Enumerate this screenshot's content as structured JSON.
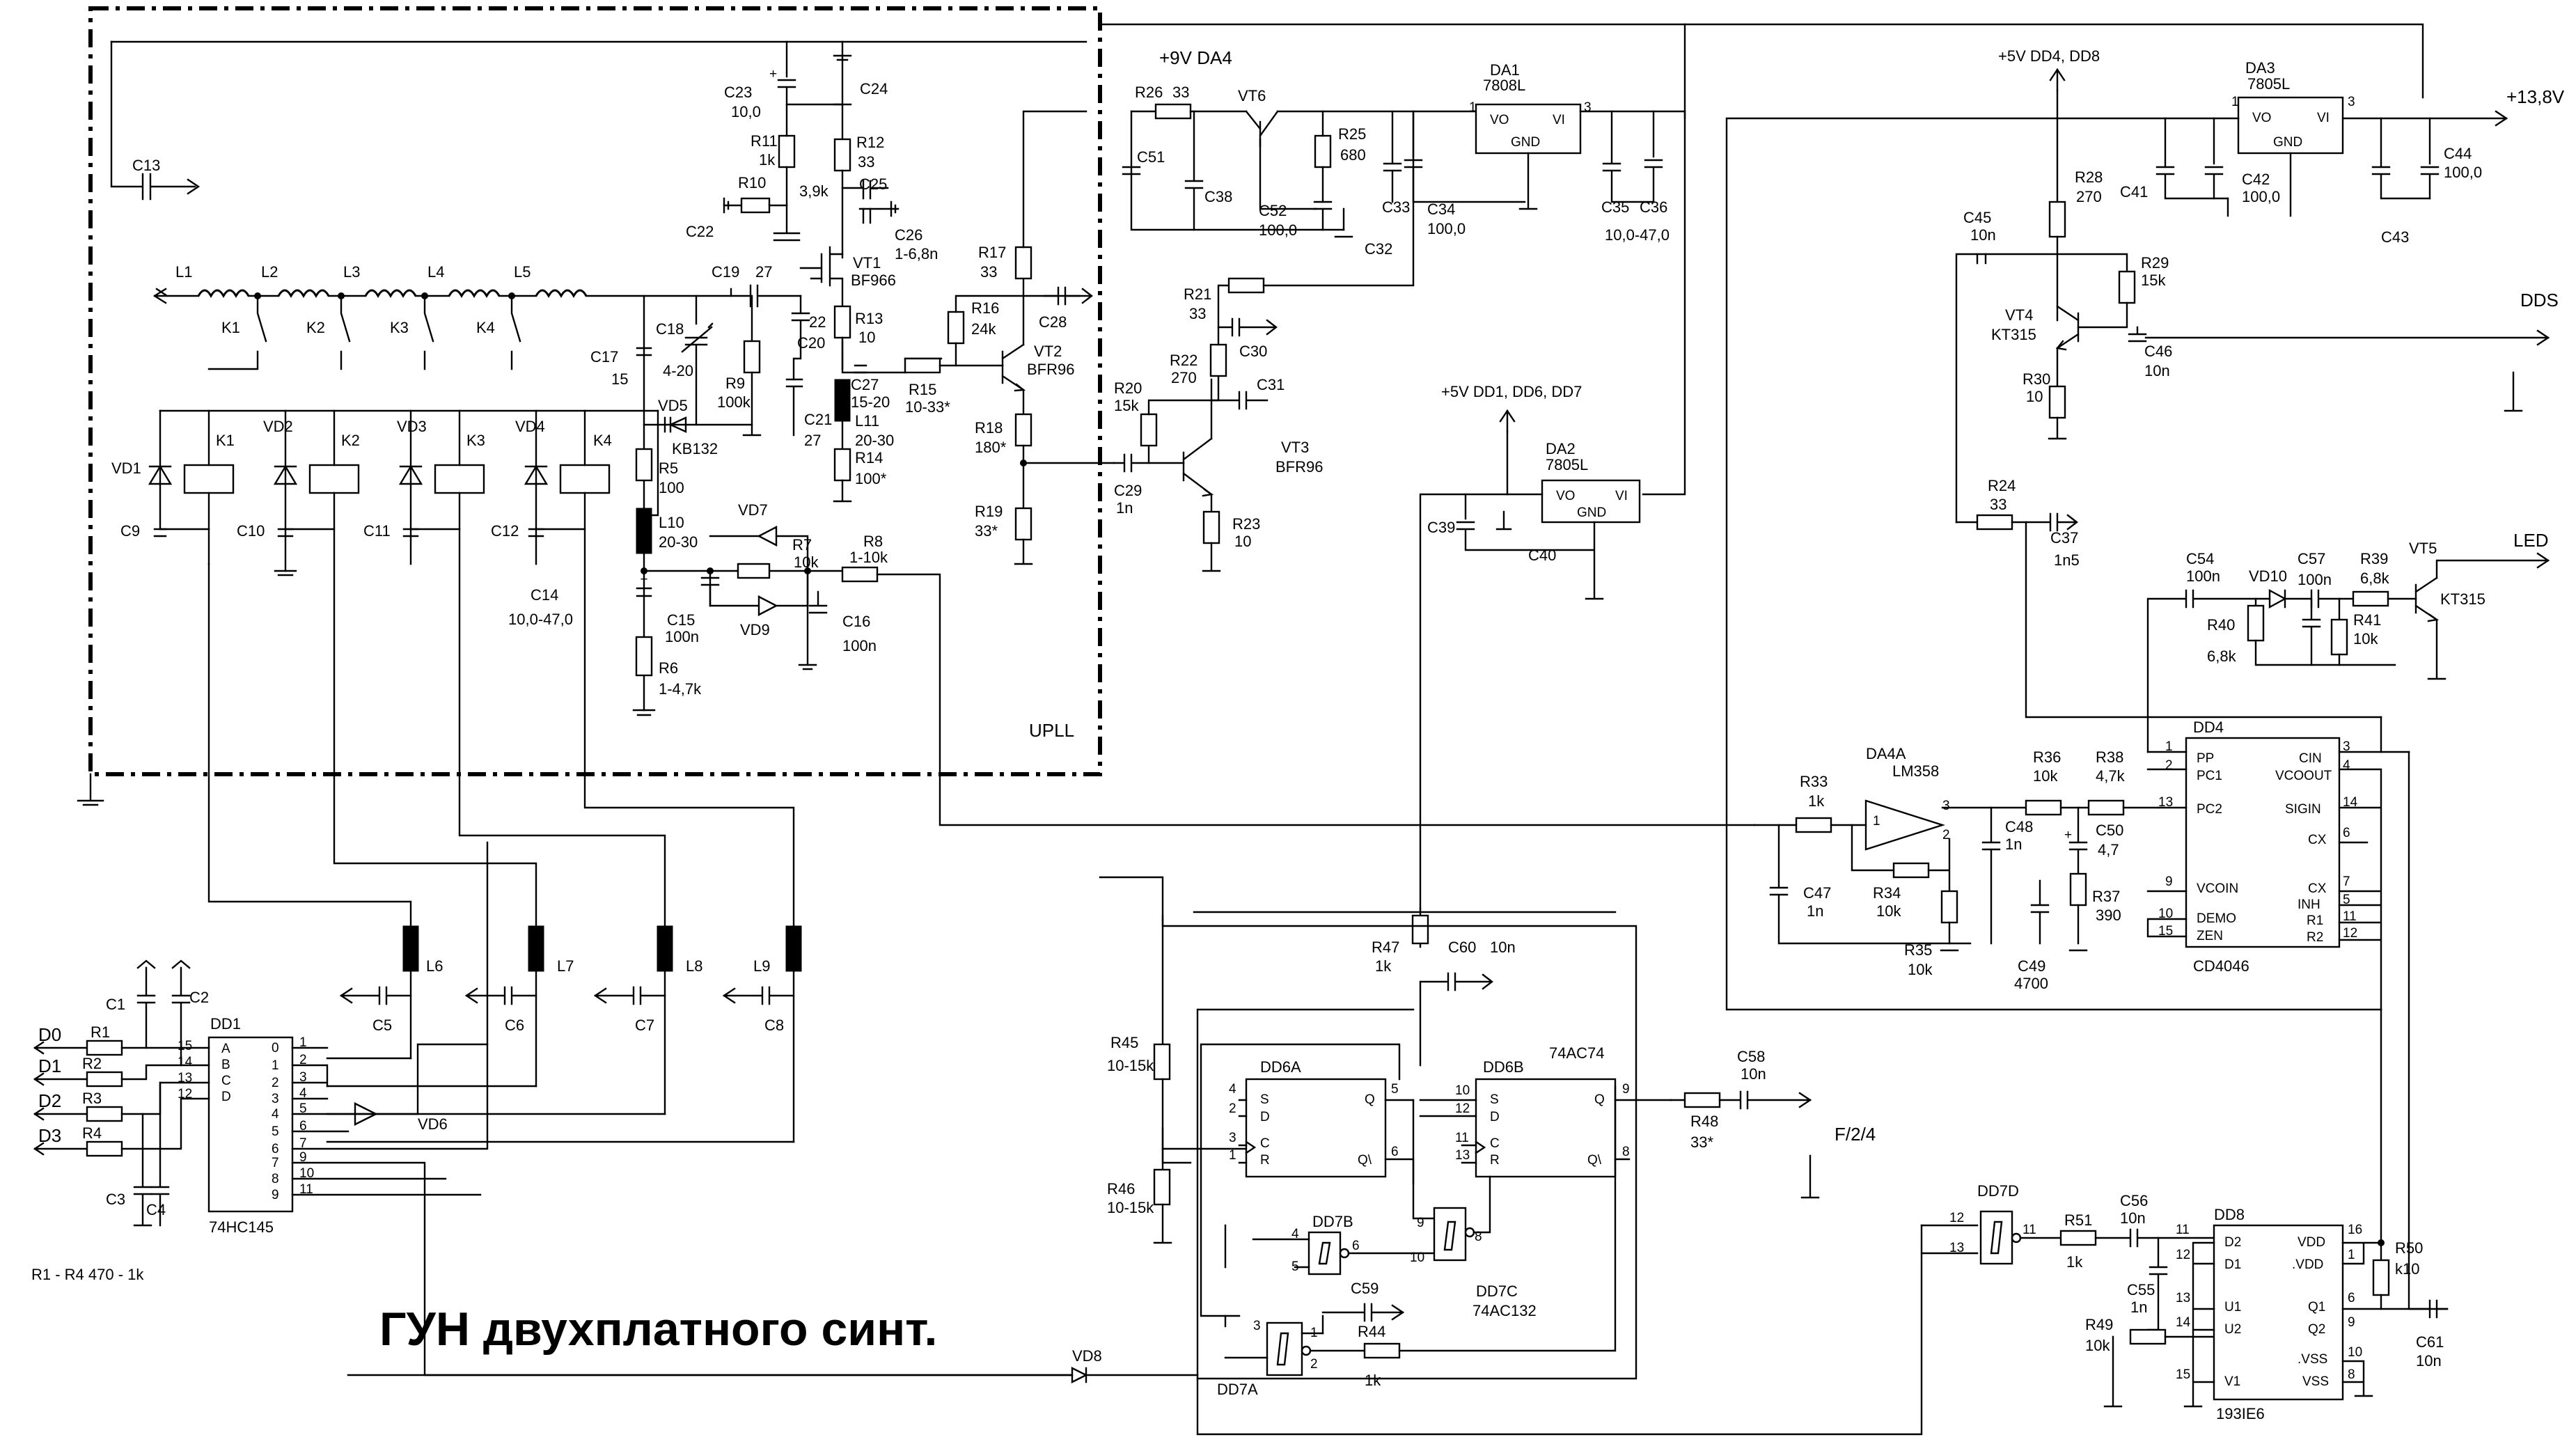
{
  "title": "ГУН двухплатного синт.",
  "block_label": "UPLL",
  "note_r1_r4": "R1 - R4   470 - 1k",
  "rails": {
    "plus9": "+9V  DA4",
    "plus13": "+13,8V",
    "plus5_dd4": "+5V DD4, DD8",
    "plus5_dd1": "+5V DD1, DD6, DD7"
  },
  "outputs": {
    "dds": "DDS",
    "led": "LED",
    "f24": "F/2/4"
  },
  "inputs": [
    "D0",
    "D1",
    "D2",
    "D3"
  ],
  "components": {
    "L1": "L1",
    "L2": "L2",
    "L3": "L3",
    "L4": "L4",
    "L5": "L5",
    "K1": "K1",
    "K2": "K2",
    "K3": "K3",
    "K4": "K4",
    "VD1": "VD1",
    "VD2": "VD2",
    "VD3": "VD3",
    "VD4": "VD4",
    "C9": "C9",
    "C10": "C10",
    "C11": "C11",
    "C12": "C12",
    "C13": "C13",
    "C14": "C14",
    "C14v": "10,0-47,0",
    "C17": "C17",
    "C17v": "15",
    "C18": "C18",
    "C18v": "4-20",
    "C19": "C19",
    "C19v": "27",
    "C20": "C20",
    "C20v": "22",
    "C21": "C21",
    "C21v": "27",
    "C22": "C22",
    "C23": "C23",
    "C23v": "10,0",
    "C24": "C24",
    "C25": "C25",
    "C26": "C26",
    "C26v": "1-6,8n",
    "C27": "C27",
    "C27v": "15-20",
    "C28": "C28",
    "R10": "R10",
    "R11": "R11",
    "R11v": "1k",
    "R12": "R12",
    "R12v": "33",
    "R12b": "3,9k",
    "R13": "R13",
    "R13v": "10",
    "R14": "R14",
    "R14v": "100*",
    "R15": "R15",
    "R15v": "10-33*",
    "R16": "R16",
    "R16v": "24k",
    "R17": "R17",
    "R17v": "33",
    "R18": "R18",
    "R18v": "180*",
    "R19": "R19",
    "R19v": "33*",
    "R9": "R9",
    "R9v": "100k",
    "VD5": "VD5",
    "VD5t": "KB132",
    "L10": "L10",
    "L10v": "20-30",
    "L11": "L11",
    "L11v": "20-30",
    "R5": "R5",
    "R5v": "100",
    "R6": "R6",
    "R6v": "1-4,7k",
    "R7": "R7",
    "R7v": "10k",
    "R8": "R8",
    "R8v": "1-10k",
    "VD7": "VD7",
    "VD9": "VD9",
    "C15": "C15",
    "C15v": "100n",
    "C16": "C16",
    "C16v": "100n",
    "VT1": "VT1",
    "VT1t": "BF966",
    "VT2": "VT2",
    "VT2t": "BFR96",
    "VT3": "VT3",
    "VT3t": "BFR96",
    "VT4": "VT4",
    "VT4t": "KT315",
    "VT5": "VT5",
    "VT5t": "KT315",
    "VT6": "VT6",
    "R20": "R20",
    "R20v": "15k",
    "R21": "R21",
    "R21v": "33",
    "R22": "R22",
    "R22v": "270",
    "R23": "R23",
    "R23v": "10",
    "C29": "C29",
    "C29v": "1n",
    "C30": "C30",
    "C31": "C31",
    "R26": "R26",
    "R26v": "33",
    "R25": "R25",
    "R25v": "680",
    "C51": "C51",
    "C38": "C38",
    "C52": "C52",
    "C52v": "100,0",
    "C32": "C32",
    "C33": "C33",
    "C34": "C34",
    "C34v": "100,0",
    "C35": "C35",
    "C36": "C36",
    "C36v": "10,0-47,0",
    "DA1": "DA1",
    "DA1t": "7808L",
    "DA2": "DA2",
    "DA2t": "7805L",
    "DA3": "DA3",
    "DA3t": "7805L",
    "VO": "VO",
    "VI": "VI",
    "GND": "GND",
    "C39": "C39",
    "C40": "C40",
    "C41": "C41",
    "C42": "C42",
    "C42v": "100,0",
    "C43": "C43",
    "C44": "C44",
    "C44v": "100,0",
    "C45": "C45",
    "C45v": "10n",
    "R28": "R28",
    "R28v": "270",
    "R29": "R29",
    "R29v": "15k",
    "R30": "R30",
    "R30v": "10",
    "C46": "C46",
    "C46v": "10n",
    "R24": "R24",
    "R24v": "33",
    "C37": "C37",
    "C37v": "1n5",
    "C54": "C54",
    "C54v": "100n",
    "VD10": "VD10",
    "C57": "C57",
    "C57v": "100n",
    "R39": "R39",
    "R39v": "6,8k",
    "R40": "R40",
    "R40v": "6,8k",
    "R41": "R41",
    "R41v": "10k",
    "DA4A": "DA4A",
    "DA4At": "LM358",
    "R33": "R33",
    "R33v": "1k",
    "R34": "R34",
    "R34v": "10k",
    "R35": "R35",
    "R35v": "10k",
    "C47": "C47",
    "C47v": "1n",
    "C48": "C48",
    "C48v": "1n",
    "R36": "R36",
    "R36v": "10k",
    "R38": "R38",
    "R38v": "4,7k",
    "C50": "C50",
    "C50v": "4,7",
    "R37": "R37",
    "R37v": "390",
    "C49": "C49",
    "C49v": "4700",
    "DD4": "DD4",
    "DD4t": "CD4046",
    "L6": "L6",
    "L7": "L7",
    "L8": "L8",
    "L9": "L9",
    "C5": "C5",
    "C6": "C6",
    "C7": "C7",
    "C8": "C8",
    "C1": "C1",
    "C2": "C2",
    "C3": "C3",
    "C4": "C4",
    "R1": "R1",
    "R2": "R2",
    "R3": "R3",
    "R4": "R4",
    "DD1": "DD1",
    "DD1t": "74HC145",
    "VD6": "VD6",
    "VD8": "VD8",
    "R45": "R45",
    "R45v": "10-15k",
    "R46": "R46",
    "R46v": "10-15k",
    "R47": "R47",
    "R47v": "1k",
    "C60": "C60",
    "C60v": "10n",
    "DD6A": "DD6A",
    "DD6B": "DD6B",
    "DD6t": "74AC74",
    "C58": "C58",
    "C58v": "10n",
    "R48": "R48",
    "R48v": "33*",
    "DD7B": "DD7B",
    "DD7C": "DD7C",
    "DD7Ct": "74AC132",
    "DD7A": "DD7A",
    "DD7D": "DD7D",
    "C59": "C59",
    "R44": "R44",
    "R44v": "1k",
    "R51": "R51",
    "R51v": "1k",
    "C56": "C56",
    "C56v": "10n",
    "C55": "C55",
    "C55v": "1n",
    "R49": "R49",
    "R49v": "10k",
    "DD8": "DD8",
    "DD8t": "193IE6",
    "R50": "R50",
    "R50v": "k10",
    "C61": "C61",
    "C61v": "10n"
  },
  "dd4_pins": {
    "left": [
      [
        "1",
        "PP"
      ],
      [
        "2",
        "PC1"
      ],
      [
        "13",
        "PC2"
      ],
      [
        "9",
        "VCOIN"
      ],
      [
        "10",
        "DEMO"
      ],
      [
        "15",
        "ZEN"
      ]
    ],
    "right": [
      [
        "3",
        "CIN"
      ],
      [
        "4",
        "VCOOUT"
      ],
      [
        "14",
        "SIGIN"
      ],
      [
        "6",
        "CX"
      ],
      [
        "7",
        "CX"
      ],
      [
        "5",
        "INH"
      ],
      [
        "11",
        "R1"
      ],
      [
        "12",
        "R2"
      ]
    ]
  },
  "dd8_pins": {
    "left": [
      [
        "11",
        "D2"
      ],
      [
        "12",
        "D1"
      ],
      [
        "13",
        "U1"
      ],
      [
        "14",
        "U2"
      ],
      [
        "15",
        "V1"
      ]
    ],
    "right": [
      [
        "16",
        "VDD"
      ],
      [
        "1",
        ".VDD"
      ],
      [
        "6",
        "Q1"
      ],
      [
        "9",
        "Q2"
      ],
      [
        "10",
        ".VSS"
      ],
      [
        "8",
        "VSS"
      ]
    ]
  },
  "dd1_pins": {
    "left": [
      [
        "15",
        "A"
      ],
      [
        "14",
        "B"
      ],
      [
        "13",
        "C"
      ],
      [
        "12",
        "D"
      ]
    ],
    "right": [
      "0",
      "1",
      "2",
      "3",
      "4",
      "5",
      "6",
      "7",
      "8",
      "9"
    ],
    "right_num": [
      "1",
      "2",
      "3",
      "4",
      "5",
      "6",
      "7",
      "9",
      "10",
      "11"
    ]
  },
  "ff_pins": {
    "S": "S",
    "D": "D",
    "C": "C",
    "R": "R",
    "Q": "Q",
    "Qn": "Q\\"
  }
}
